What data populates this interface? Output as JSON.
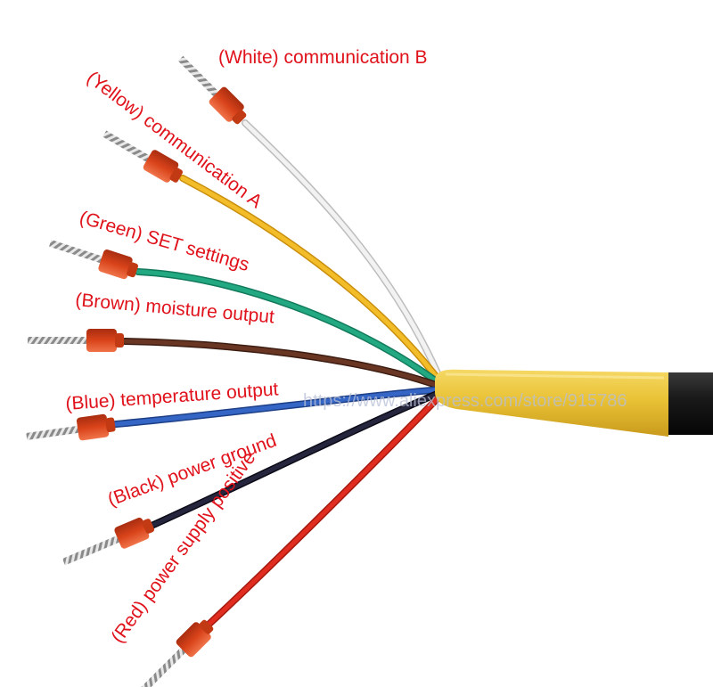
{
  "labels": {
    "white": "(White) communication B",
    "yellow": "(Yellow) communication A",
    "green": "(Green) SET settings",
    "brown": "(Brown) moisture output",
    "blue": "(Blue) temperature output",
    "black": "(Black) power ground",
    "red": "(Red) power supply positive"
  },
  "watermark": "https://www.aliexpress.com/store/915786",
  "colors": {
    "label_text": "#e0121b",
    "sleeve": "#e9c235",
    "sleeve_shade": "#c99a1c",
    "cable_jacket": "#1a1a1a",
    "ferrule": "#d9431a",
    "wire_white": "#e6e6e6",
    "wire_yellow": "#f0b51e",
    "wire_green": "#1e9e78",
    "wire_brown": "#5a2e1f",
    "wire_blue": "#2b5ab5",
    "wire_black": "#1f1f35",
    "wire_red": "#d8261b"
  }
}
